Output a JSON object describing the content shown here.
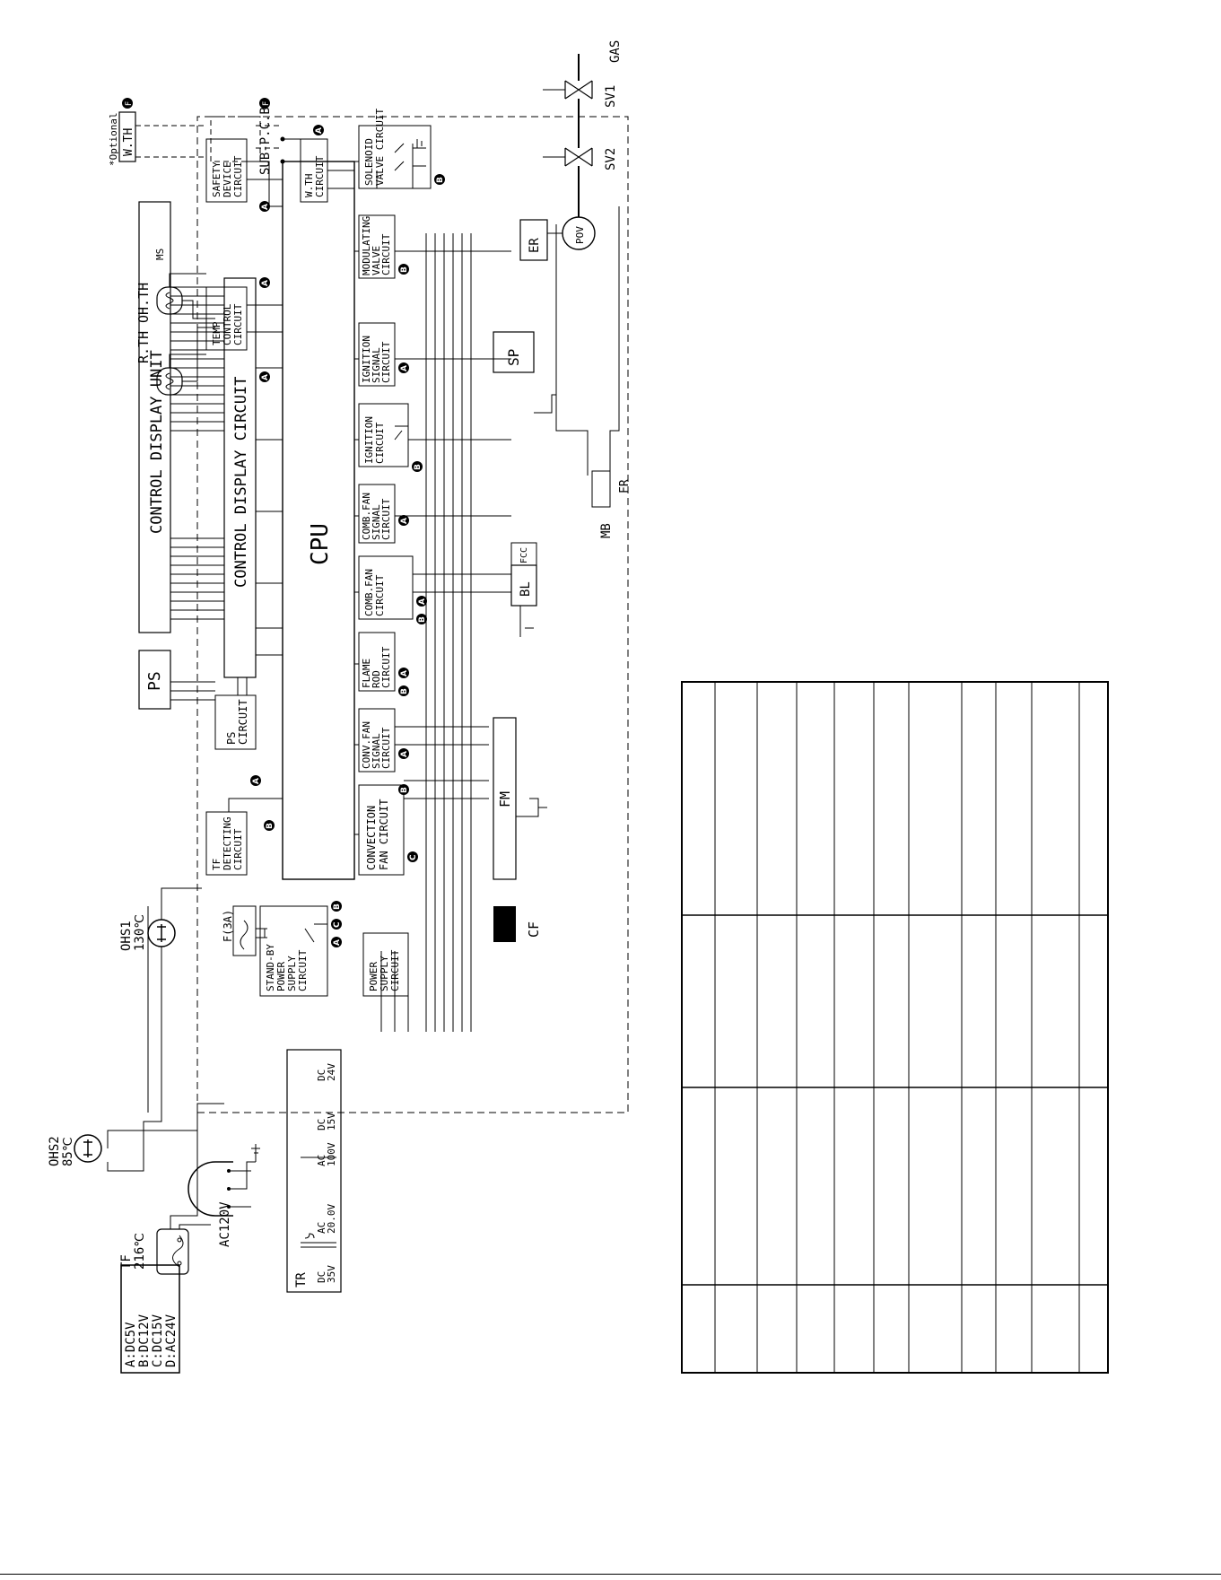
{
  "legend": {
    "lines": [
      "A:DC5V",
      "B:DC12V",
      "C:DC15V",
      "D:AC24V"
    ]
  },
  "external": {
    "optional": "*Optional",
    "wth": "W.TH",
    "sub_pcb": "SUB-P.C.B",
    "connector_f": "F",
    "ps": "PS",
    "control_display_unit": "CONTROL DISPLAY UNIT",
    "ms": "MS",
    "rth": "R.TH",
    "ohth": "OH.TH",
    "ohs1_name": "OHS1",
    "ohs1_temp": "130℃",
    "ohs2_name": "OHS2",
    "ohs2_temp": "85℃",
    "tf_name": "TF",
    "tf_temp": "216℃",
    "ac120v": "AC120V",
    "fuse": "F(3A)",
    "tr": "TR",
    "tr_taps": [
      [
        "DC",
        "35V"
      ],
      [
        "AC",
        "20.0V"
      ],
      [
        "AC",
        "100V"
      ],
      [
        "DC",
        "15V"
      ],
      [
        "DC",
        "24V"
      ]
    ],
    "fm": "FM",
    "cf": "CF",
    "bl": "BL",
    "fcc": "FCC",
    "fr": "FR",
    "sp": "SP",
    "er": "ER",
    "mb": "MB",
    "pov": "POV",
    "sv1": "SV1",
    "sv2": "SV2",
    "gas": "GAS"
  },
  "board": {
    "cpu": "CPU",
    "control_display_circuit": "CONTROL DISPLAY CIRCUIT",
    "ps_circuit": [
      "PS",
      "CIRCUIT"
    ],
    "tf_detecting": [
      "TF",
      "DETECTING",
      "CIRCUIT"
    ],
    "temp_control": [
      "TEMP",
      "CONTROL",
      "CIRCUIT"
    ],
    "safety_device": [
      "SAFETY",
      "DEVICE",
      "CIRCUIT"
    ],
    "wth_circuit": [
      "W.TH",
      "CIRCUIT"
    ],
    "standby": [
      "STAND-BY",
      "POWER",
      "SUPPLY",
      "CIRCUIT"
    ],
    "power_supply": [
      "POWER",
      "SUPPLY",
      "CIRCUIT"
    ],
    "convection_fan": [
      "CONVECTION",
      "FAN CIRCUIT"
    ],
    "conv_fan_signal": [
      "CONV.FAN",
      "SIGNAL",
      "CIRCUIT"
    ],
    "flame_rod": [
      "FLAME",
      "ROD",
      "CIRCUIT"
    ],
    "comb_fan": [
      "COMB.FAN",
      "CIRCUIT"
    ],
    "comb_fan_signal": [
      "COMB.FAN",
      "SIGNAL",
      "CIRCUIT"
    ],
    "ignition": [
      "IGNITION",
      "CIRCUIT"
    ],
    "ignition_signal": [
      "IGNITION",
      "SIGNAL",
      "CIRCUIT"
    ],
    "modulating_valve": [
      "MODULATING",
      "VALVE",
      "CIRCUIT"
    ],
    "solenoid_valve": [
      "SOLENOID",
      "VALVE CIRCUIT"
    ]
  },
  "badges": {
    "a": "A",
    "b": "B",
    "c": "C"
  }
}
